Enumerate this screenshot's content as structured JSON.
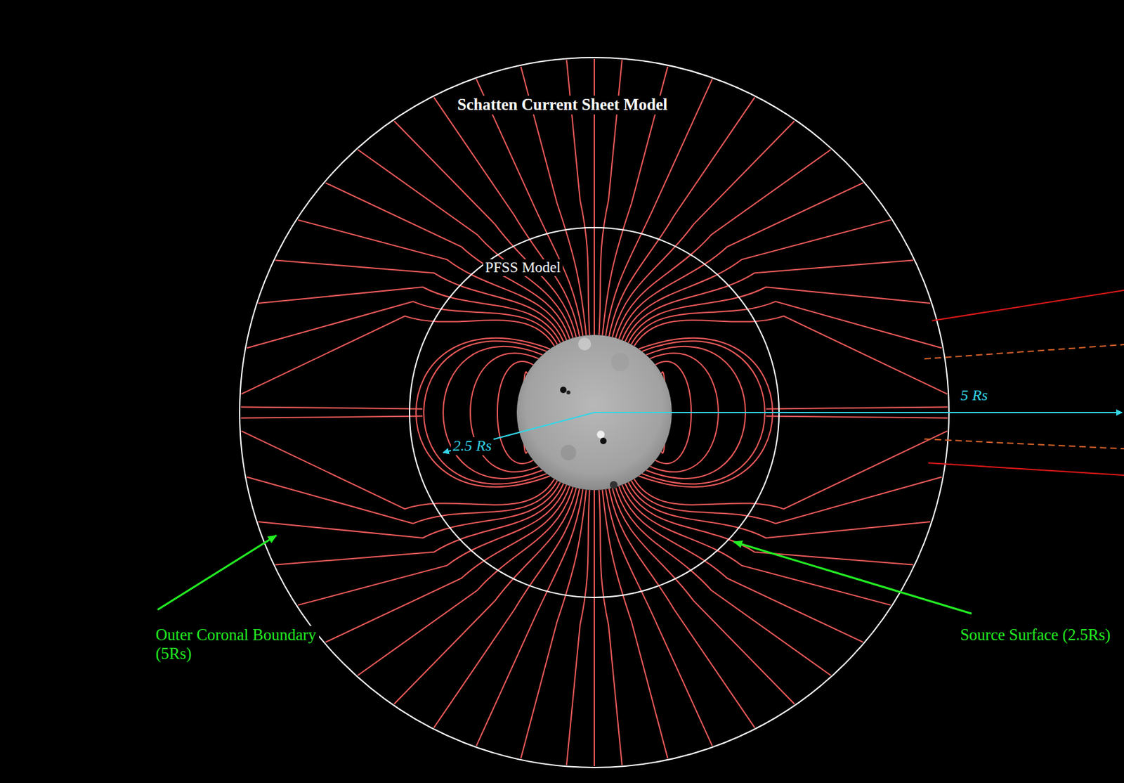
{
  "diagram": {
    "labels": [
      "Schatten Current Sheet Model",
      "PFSS Model",
      "5 Rs",
      "2.5 Rs",
      "Outer Coronal Boundary (5Rs)",
      "Source Surface (2.5Rs)"
    ]
  }
}
